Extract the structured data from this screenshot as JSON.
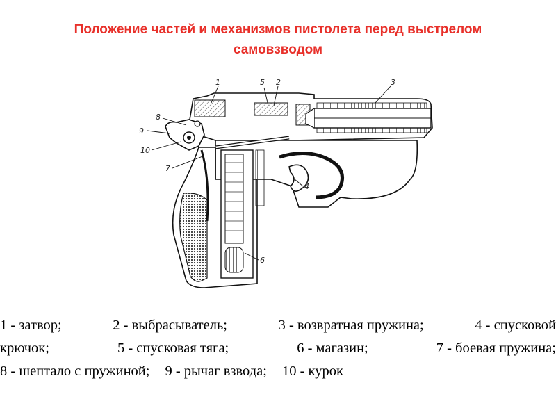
{
  "title": {
    "line1": "Положение частей и механизмов пистолета перед выстрелом",
    "line2": "самовзводом"
  },
  "diagram": {
    "part_labels": [
      "1",
      "2",
      "3",
      "4",
      "5",
      "6",
      "7",
      "8",
      "9",
      "10"
    ]
  },
  "legend": {
    "line1": [
      "1 - затвор;",
      "2 - выбрасыватель;",
      "3 - возвратная пружина;",
      "4 - спусковой"
    ],
    "line2": [
      "крючок;",
      "5 - спусковая тяга;",
      "6 - магазин;",
      "7 - боевая пружина;"
    ],
    "line3": [
      "8 - шептало с пружиной;",
      "9 - рычаг взвода;",
      "10 - курок"
    ]
  }
}
